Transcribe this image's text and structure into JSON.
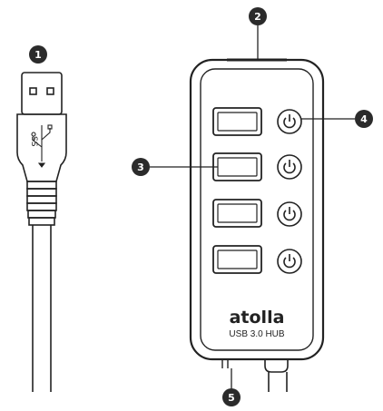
{
  "callouts": [
    {
      "number": "1",
      "part": "usb-connector"
    },
    {
      "number": "2",
      "part": "hub-top-port"
    },
    {
      "number": "3",
      "part": "usb-port"
    },
    {
      "number": "4",
      "part": "power-switch"
    },
    {
      "number": "5",
      "part": "power-input"
    }
  ],
  "device": {
    "brand": "atolla",
    "model": "USB 3.0 HUB",
    "port_count": 4,
    "switch_count": 4
  },
  "icons": {
    "usb": "ss-usb-trident-icon",
    "power": "power-icon"
  },
  "colors": {
    "outline": "#222222",
    "callout_fill": "#2b2b2b",
    "background": "#ffffff"
  }
}
